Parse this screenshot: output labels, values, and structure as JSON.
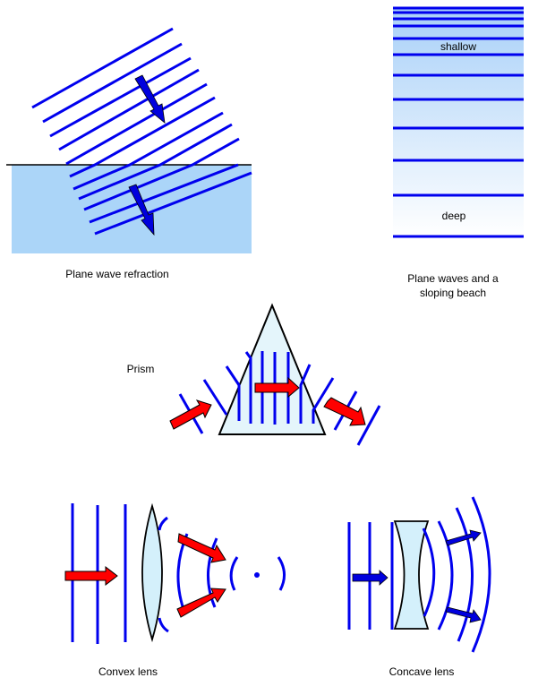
{
  "captions": {
    "refraction": "Plane wave refraction",
    "beach_line1": "Plane waves and a",
    "beach_line2": "sloping beach",
    "prism": "Prism",
    "convex": "Convex lens",
    "concave": "Concave lens"
  },
  "beach_labels": {
    "shallow": "shallow",
    "deep": "deep"
  },
  "colors": {
    "wave": "#0000ee",
    "water": "#abd5f8",
    "arrow_red": "#ff0000",
    "arrow_blue": "#0000dd",
    "glass": "#d4f0fb"
  }
}
